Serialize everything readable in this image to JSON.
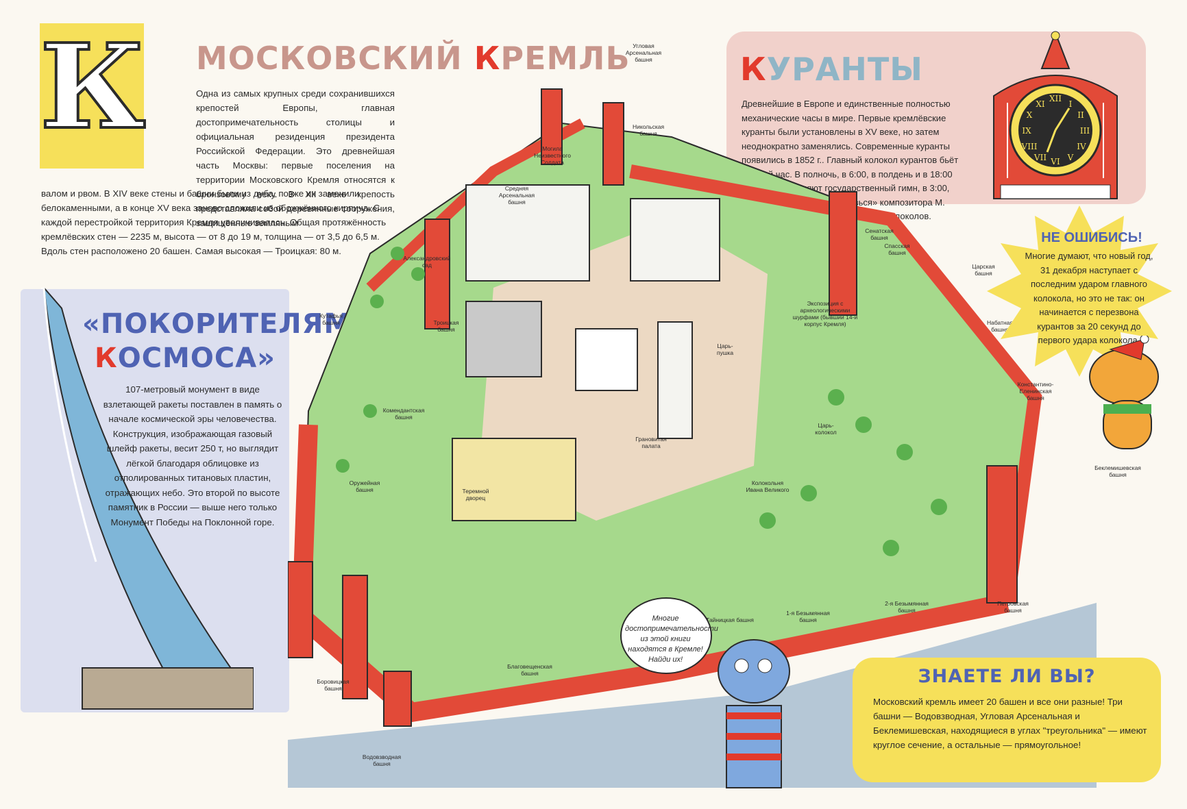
{
  "letter": "К",
  "title": {
    "part1": "МОСКОВСКИЙ ",
    "red": "К",
    "part2": "РЕМЛЬ"
  },
  "intro_top": "Одна из самых крупных среди сохранившихся крепостей Европы, главная достопримечательность столицы и официальная резиденция президента Российской Федерации. Это древнейшая часть Москвы: первые поселения на территории Московского Кремля относятся к бронзовому веку. В XII веке крепость представляла собой деревянные сооружения, защищённые земляным",
  "intro_bottom": "валом и рвом. В XIV веке стены и башни были из дуба, позже их заменили белокаменными, а в конце XV века заново сложили из обожжённого кирпича. С каждой перестройкой территория Кремля увеличивалась. Общая протяжённость кремлёвских стен — 2235 м, высота — от 8 до 19 м, толщина — от 3,5 до 6,5 м. Вдоль стен расположено 20 башен. Самая высокая — Троицкая: 80 м.",
  "kuranty": {
    "title_red": "К",
    "title_rest": "УРАНТЫ",
    "text": "Древнейшие в Европе и единственные полностью механические часы в мире. Первые кремлёвские куранты были установлены в XV веке, но затем неоднократно заменялись. Современные куранты появились в 1852 г.. Главный колокол курантов бьёт каждый час. В полночь, в 6:00, в полдень и в 18:00 куранты исполняют государственный гимн, в 3:00, 9:00, 15:00 и 21:00 — «Славься» композитора М. Глинки. Мелодию вызванивают 14 колоколов."
  },
  "kosmos": {
    "title_line1": "«ПОКОРИТЕЛЯМ",
    "title_red": "К",
    "title_line2": "ОСМОСА»",
    "text": "107-метровый монумент в виде взлетающей ракеты поставлен в память о начале космической эры человечества. Конструкция, изображающая газовый шлейф ракеты, весит 250 т, но выглядит лёгкой благодаря облицовке из отполированных титановых пластин, отражающих небо. Это второй по высоте памятник в России — выше него только Монумент Победы на Поклонной горе."
  },
  "star": {
    "title": "НЕ ОШИБИСЬ!",
    "text": "Многие думают, что новый год, 31 декабря наступает с последним ударом главного колокола, но это не так: он начинается с перезвона курантов за 20 секунд до первого удара колокола."
  },
  "znaete": {
    "title": "ЗНАЕТЕ ЛИ ВЫ?",
    "text": "Московский кремль имеет 20 башен и все они разные! Три башни — Водовзводная, Угловая Арсенальная и Беклемишевская, находящиеся в углах \"треугольника\" — имеют круглое сечение, а остальные — прямоугольное!"
  },
  "bubble": "Многие достопримечательности из этой книги находятся в Кремле! Найди их!",
  "labels": {
    "uglovaya": "Угловая Арсенальная башня",
    "nikolskaya": "Никольская башня",
    "mogila": "Могила Неизвестного Солдата",
    "srednyaya": "Средняя Арсенальная башня",
    "aleksandrovsky": "Александровский сад",
    "kutafya": "Кутафья башня",
    "troitskaya": "Троицкая башня",
    "komendantskaya": "Комендантская башня",
    "oruzheinaya": "Оружейная башня",
    "teremnoy": "Теремной дворец",
    "granovitaya": "Грановитая палата",
    "tsar_pushka": "Царь-пушка",
    "tsar_kolokol": "Царь-колокол",
    "kolokolnya": "Колокольня Ивана Великого",
    "ekspozitsiya": "Экспозиция с археологическими шурфами (бывший 14-й корпус Кремля)",
    "senatskaya": "Сенатская башня",
    "spasskaya": "Спасская башня",
    "tsarskaya": "Царская башня",
    "nabatnaya": "Набатная башня",
    "konstantino": "Константино-Еленинская башня",
    "beklemishevskaya": "Беклемишевская башня",
    "petrovskaya": "Петровская башня",
    "bezymyannaya2": "2-я Безымянная башня",
    "bezymyannaya1": "1-я Безымянная башня",
    "tainitskaya": "Тайницкая башня",
    "blagoveshchenskaya": "Благовещенская башня",
    "borovitskaya": "Боровицкая башня",
    "vodovzvodnaya": "Водовзводная башня"
  },
  "colors": {
    "red": "#e23a2c",
    "green": "#7cc474",
    "wall": "#e24a38",
    "roof": "#5aa56e",
    "yellow": "#f6e05a",
    "blue": "#4f63b3"
  }
}
